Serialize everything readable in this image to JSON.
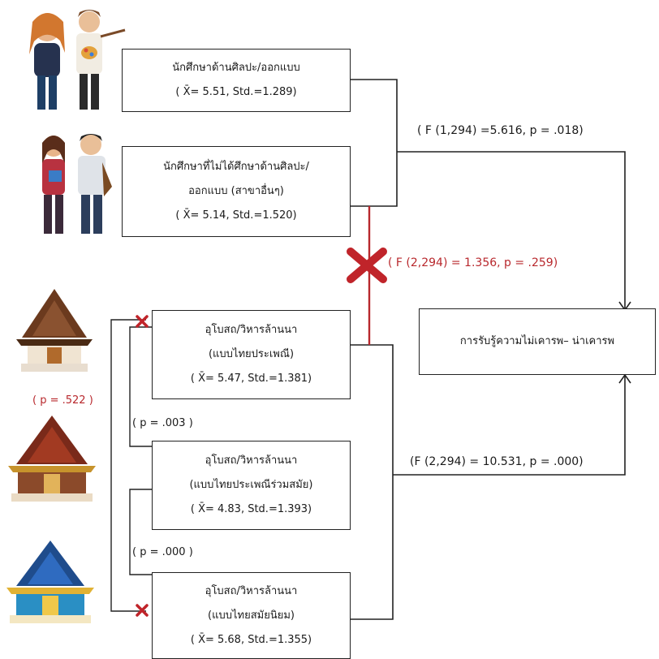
{
  "boxes": {
    "art_students": {
      "title": "นักศึกษาด้านศิลปะ/ออกแบบ",
      "stat": "( X̄= 5.51, Std.=1.289)"
    },
    "nonart_students": {
      "title1": "นักศึกษาที่ไม่ได้ศึกษาด้านศิลปะ/",
      "title2": "ออกแบบ (สาขาอื่นๆ)",
      "stat": "( X̄= 5.14, Std.=1.520)"
    },
    "outcome": {
      "title": "การรับรู้ความไม่เคารพ– น่าเคารพ"
    },
    "temple_traditional": {
      "title1": "อุโบสถ/วิหารล้านนา",
      "title2": "(แบบไทยประเพณี)",
      "stat": "( X̄= 5.47, Std.=1.381)"
    },
    "temple_contemporary": {
      "title1": "อุโบสถ/วิหารล้านนา",
      "title2": "(แบบไทยประเพณีร่วมสมัย)",
      "stat": "( X̄= 4.83, Std.=1.393)"
    },
    "temple_modern": {
      "title1": "อุโบสถ/วิหารล้านนา",
      "title2": "(แบบไทยสมัยนิยม)",
      "stat": "( X̄= 5.68, Std.=1.355)"
    }
  },
  "annotations": {
    "major_effect": "( F (1,294) =5.616, p = .018)",
    "interaction": "( F (2,294) = 1.356, p = .259)",
    "temple_effect": "(F (2,294) = 10.531, p = .000)",
    "p_1_2": "( p = .003 )",
    "p_2_3": "( p = .000 )",
    "p_1_3": "( p = .522 )"
  },
  "colors": {
    "line": "#222222",
    "nonsignificant": "#b8282d"
  },
  "icons": [
    "students-art-illustration",
    "students-other-illustration",
    "temple-traditional-illustration",
    "temple-contemporary-illustration",
    "temple-modern-illustration",
    "cross-mark-icon"
  ]
}
